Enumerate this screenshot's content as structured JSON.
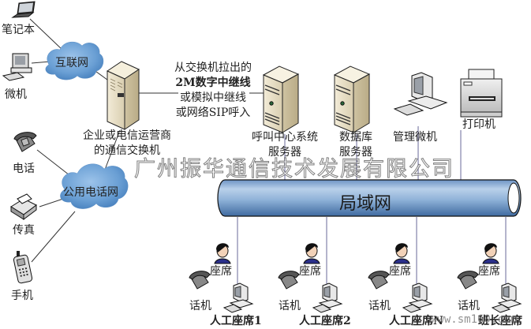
{
  "watermark": "广州振华通信技术发展有限公司",
  "url_watermark": "www.sm160.com",
  "clouds": {
    "internet": "互联网",
    "pstn": "公用电话网"
  },
  "lan": {
    "label": "局域网"
  },
  "left_devices": {
    "laptop": "笔记本",
    "pc": "微机",
    "phone": "电话",
    "fax": "传真",
    "mobile": "手机"
  },
  "switch": {
    "line1": "企业或电信运营商",
    "line2": "的通信交换机"
  },
  "trunk_note": {
    "line1": "从交换机拉出的",
    "line2": "2M数字中继线",
    "line3": "或模拟中继线",
    "line4": "或网络SIP呼入"
  },
  "servers": [
    {
      "line1": "呼叫中心系统",
      "line2": "服务器"
    },
    {
      "line1": "数据库",
      "line2": "服务器"
    }
  ],
  "mgmt_pc": "管理微机",
  "printer": "打印机",
  "agents": [
    {
      "seat": "座席",
      "phone": "话机",
      "station": "人工座席1"
    },
    {
      "seat": "座席",
      "phone": "话机",
      "station": "人工座席2"
    },
    {
      "seat": "座席",
      "phone": "话机",
      "station": "人工座席N"
    },
    {
      "seat": "座席",
      "phone": "话机",
      "station": "班长座席"
    }
  ],
  "colors": {
    "cloud": "#6a9fd4",
    "cloud_dark": "#3f79b8",
    "lan_tube": "#8fb2d8",
    "lan_tube_dark": "#4f7db0",
    "server_beige": "#e9e0c8",
    "line": "#333333",
    "drop_line": "#6a6a9a"
  }
}
